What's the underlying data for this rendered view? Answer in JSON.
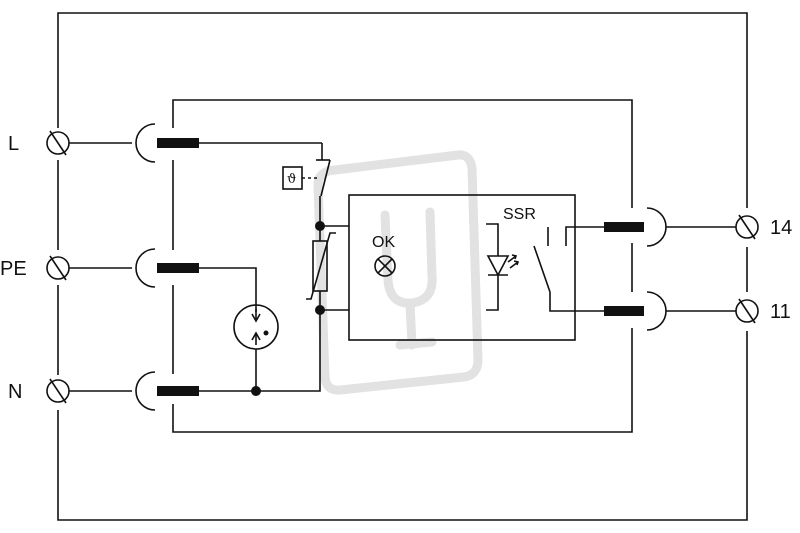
{
  "terminals": {
    "left": [
      {
        "id": "L",
        "label": "L"
      },
      {
        "id": "PE",
        "label": "PE"
      },
      {
        "id": "N",
        "label": "N"
      }
    ],
    "right": [
      {
        "id": "14",
        "label": "14"
      },
      {
        "id": "11",
        "label": "11"
      }
    ]
  },
  "components": {
    "indicator_label": "OK",
    "relay_label": "SSR",
    "thermal_label": "ϑ"
  },
  "watermark": {
    "icon": "plug-logo-icon"
  }
}
